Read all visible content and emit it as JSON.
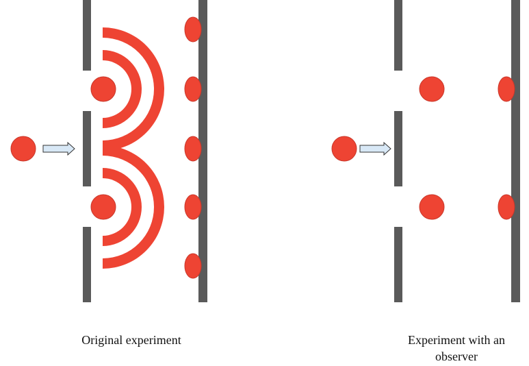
{
  "captions": {
    "original": "Original experiment",
    "observer_line1": "Experiment with an",
    "observer_line2": "observer"
  },
  "colors": {
    "particle": "#ee4433",
    "particle_stroke": "#c9372a",
    "wave": "#ee4433",
    "wall": "#5a5a5a",
    "arrow_fill": "#d8e8f6",
    "arrow_stroke": "#333333"
  }
}
